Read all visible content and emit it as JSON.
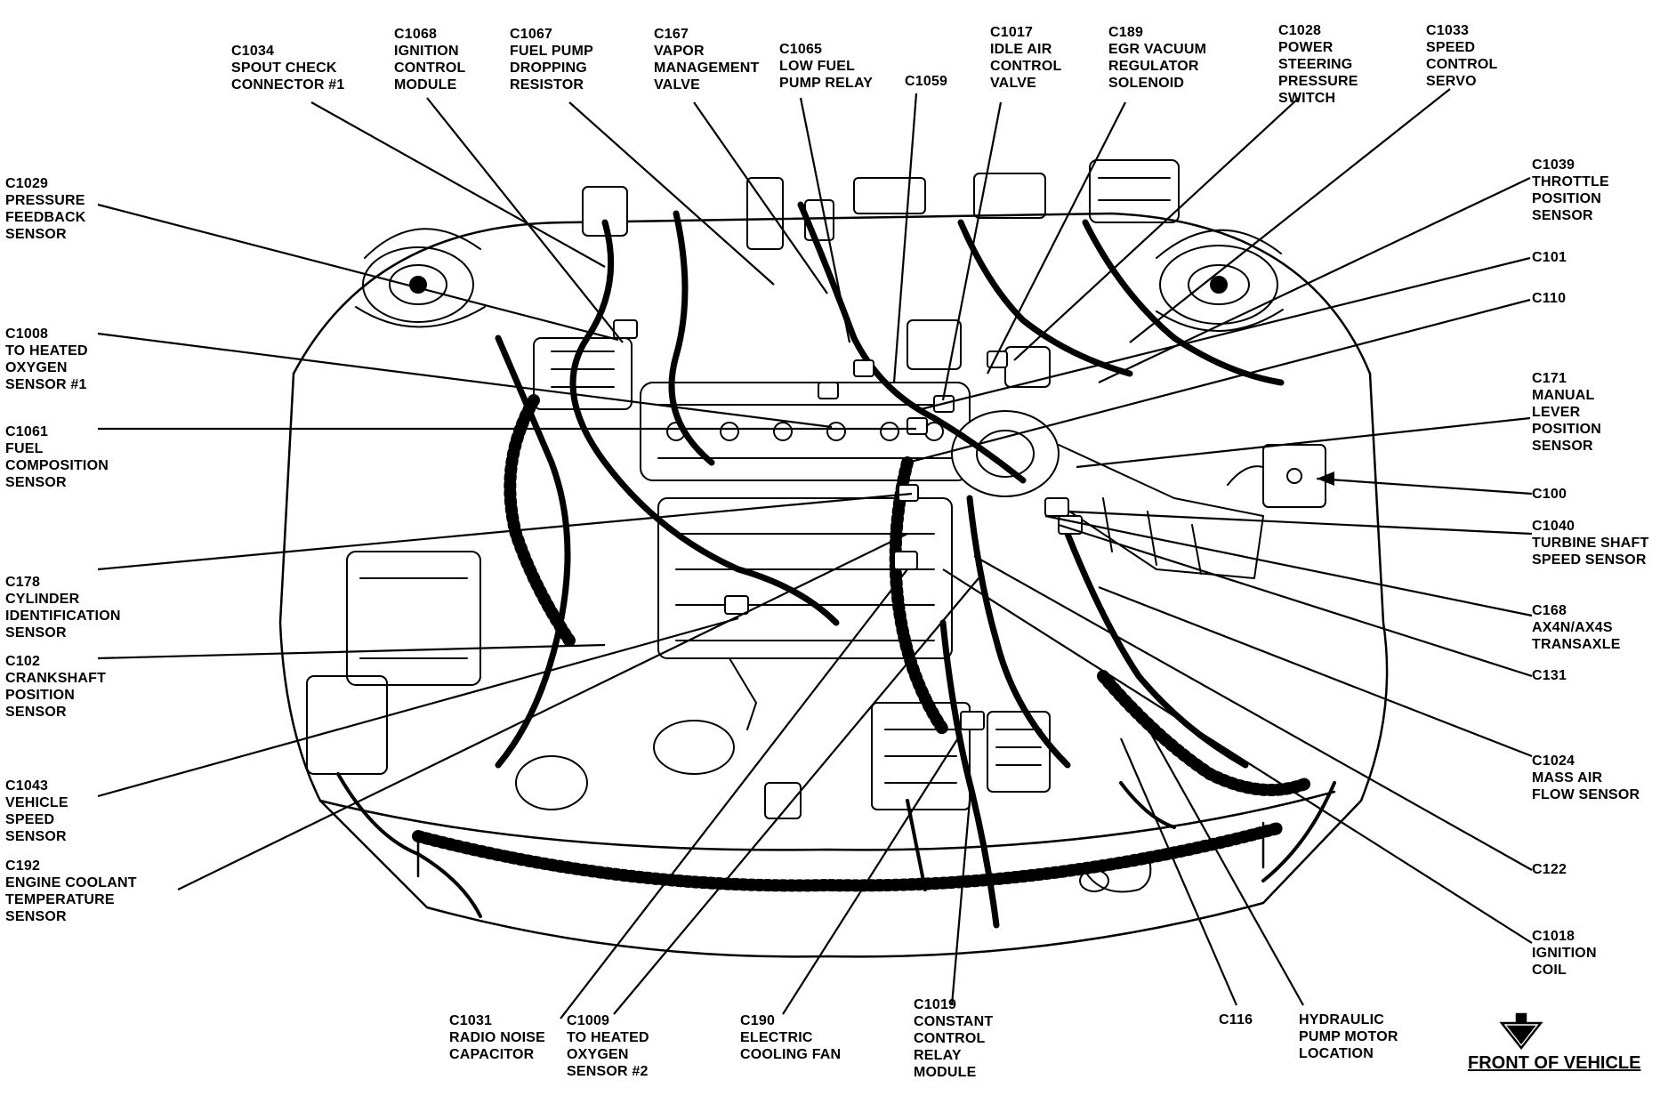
{
  "diagram": {
    "front_label": "FRONT OF VEHICLE",
    "colors": {
      "ink": "#000000",
      "paper": "#ffffff"
    },
    "callouts": [
      {
        "id": "c1034",
        "text": "C1034\nSPOUT CHECK\nCONNECTOR #1"
      },
      {
        "id": "c1068",
        "text": "C1068\nIGNITION\nCONTROL\nMODULE"
      },
      {
        "id": "c1067",
        "text": "C1067\nFUEL PUMP\nDROPPING\nRESISTOR"
      },
      {
        "id": "c167",
        "text": "C167\nVAPOR\nMANAGEMENT\nVALVE"
      },
      {
        "id": "c1065",
        "text": "C1065\nLOW FUEL\nPUMP RELAY"
      },
      {
        "id": "c1059",
        "text": "C1059"
      },
      {
        "id": "c1017",
        "text": "C1017\nIDLE AIR\nCONTROL\nVALVE"
      },
      {
        "id": "c189",
        "text": "C189\nEGR VACUUM\nREGULATOR\nSOLENOID"
      },
      {
        "id": "c1028",
        "text": "C1028\nPOWER\nSTEERING\nPRESSURE\nSWITCH"
      },
      {
        "id": "c1033",
        "text": "C1033\nSPEED\nCONTROL\nSERVO"
      },
      {
        "id": "c1039",
        "text": "C1039\nTHROTTLE\nPOSITION\nSENSOR"
      },
      {
        "id": "c101",
        "text": "C101"
      },
      {
        "id": "c110",
        "text": "C110"
      },
      {
        "id": "c171",
        "text": "C171\nMANUAL\nLEVER\nPOSITION\nSENSOR"
      },
      {
        "id": "c100",
        "text": "C100"
      },
      {
        "id": "c1040",
        "text": "C1040\nTURBINE SHAFT\nSPEED SENSOR"
      },
      {
        "id": "c168",
        "text": "C168\nAX4N/AX4S\nTRANSAXLE"
      },
      {
        "id": "c131",
        "text": "C131"
      },
      {
        "id": "c1024",
        "text": "C1024\nMASS AIR\nFLOW SENSOR"
      },
      {
        "id": "c122",
        "text": "C122"
      },
      {
        "id": "c1018",
        "text": "C1018\nIGNITION\nCOIL"
      },
      {
        "id": "c1029",
        "text": "C1029\nPRESSURE\nFEEDBACK\nSENSOR"
      },
      {
        "id": "c1008",
        "text": "C1008\nTO HEATED\nOXYGEN\nSENSOR #1"
      },
      {
        "id": "c1061",
        "text": "C1061\nFUEL\nCOMPOSITION\nSENSOR"
      },
      {
        "id": "c178",
        "text": "C178\nCYLINDER\nIDENTIFICATION\nSENSOR"
      },
      {
        "id": "c102",
        "text": "C102\nCRANKSHAFT\nPOSITION\nSENSOR"
      },
      {
        "id": "c1043",
        "text": "C1043\nVEHICLE\nSPEED\nSENSOR"
      },
      {
        "id": "c192",
        "text": "C192\nENGINE COOLANT\nTEMPERATURE\nSENSOR"
      },
      {
        "id": "c1031",
        "text": "C1031\nRADIO NOISE\nCAPACITOR"
      },
      {
        "id": "c1009",
        "text": "C1009\nTO HEATED\nOXYGEN\nSENSOR #2"
      },
      {
        "id": "c190",
        "text": "C190\nELECTRIC\nCOOLING FAN"
      },
      {
        "id": "c1019",
        "text": "C1019\nCONSTANT\nCONTROL\nRELAY\nMODULE"
      },
      {
        "id": "c116",
        "text": "C116"
      },
      {
        "id": "hyd",
        "text": "HYDRAULIC\nPUMP MOTOR\nLOCATION"
      }
    ]
  }
}
